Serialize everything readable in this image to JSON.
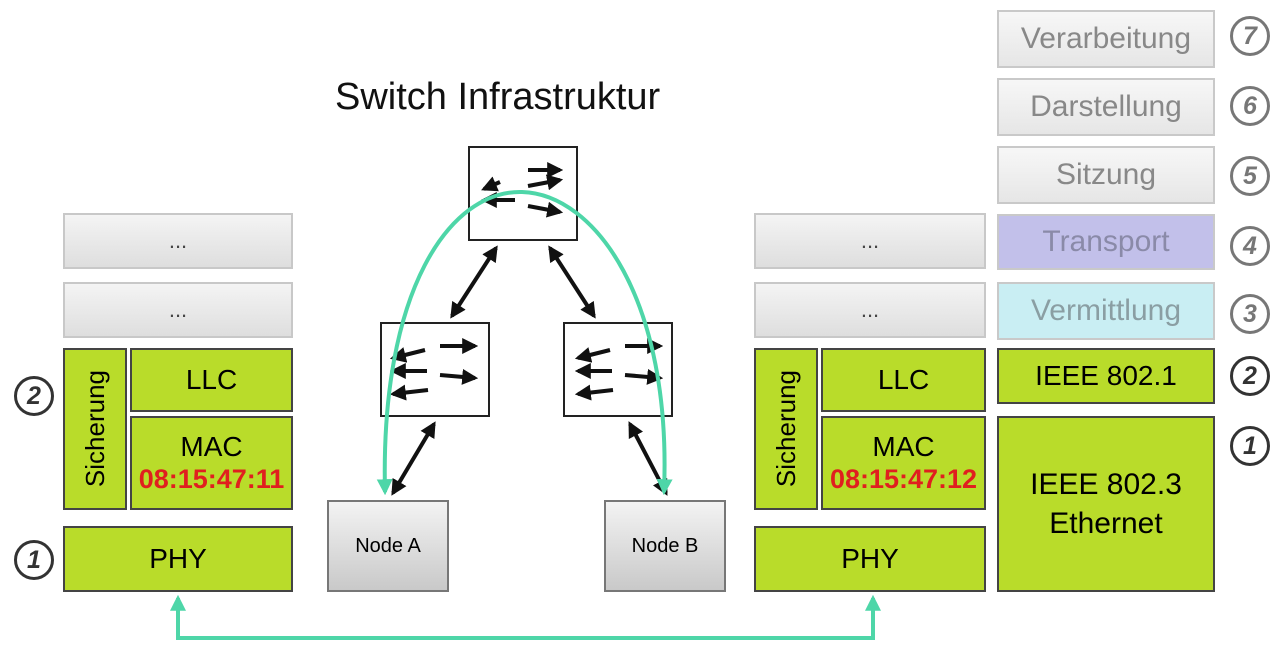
{
  "title": "Switch Infrastruktur",
  "left_stack": {
    "upper_1": "...",
    "upper_2": "...",
    "sicherung": "Sicherung",
    "llc": "LLC",
    "mac_label": "MAC",
    "mac_address": "08:15:47:11",
    "phy": "PHY",
    "badge_2": "2",
    "badge_1": "1"
  },
  "right_stack": {
    "upper_1": "...",
    "upper_2": "...",
    "sicherung": "Sicherung",
    "llc": "LLC",
    "mac_label": "MAC",
    "mac_address": "08:15:47:12",
    "phy": "PHY"
  },
  "osi_layers": [
    {
      "name": "Verarbeitung",
      "number": "7"
    },
    {
      "name": "Darstellung",
      "number": "6"
    },
    {
      "name": "Sitzung",
      "number": "5"
    },
    {
      "name": "Transport",
      "number": "4"
    },
    {
      "name": "Vermittlung",
      "number": "3"
    },
    {
      "name": "IEEE 802.1",
      "number": "2"
    },
    {
      "name_line1": "IEEE 802.3",
      "name_line2": "Ethernet",
      "number": "1"
    }
  ],
  "nodes": {
    "a": "Node A",
    "b": "Node B"
  },
  "colors": {
    "layer_green": "#b9dc2a",
    "path_teal": "#4ed6a8",
    "mac_red": "#e01f1f",
    "transport": "#c2c0ea",
    "vermittlung": "#c9eef3"
  }
}
